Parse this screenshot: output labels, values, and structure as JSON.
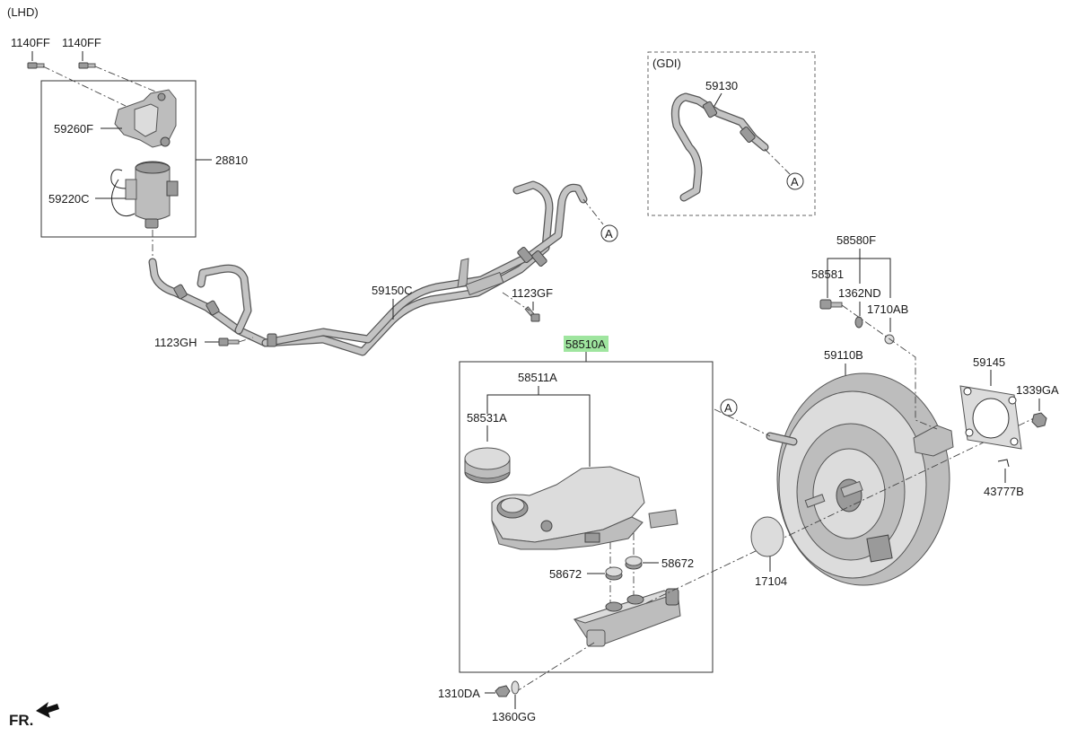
{
  "header": {
    "variant": "(LHD)"
  },
  "footer": {
    "direction": "FR."
  },
  "gdi_box": {
    "label": "(GDI)"
  },
  "reference_marker": "A",
  "highlight_color": "#9fe59f",
  "parts": {
    "p1140ff_a": "1140FF",
    "p1140ff_b": "1140FF",
    "p59260f": "59260F",
    "p28810": "28810",
    "p59220c": "59220C",
    "p59130": "59130",
    "p59150c": "59150C",
    "p1123gf": "1123GF",
    "p1123gh": "1123GH",
    "p58510a": "58510A",
    "p58511a": "58511A",
    "p58531a": "58531A",
    "p58672_l": "58672",
    "p58672_r": "58672",
    "p58580f": "58580F",
    "p58581": "58581",
    "p1362nd": "1362ND",
    "p1710ab": "1710AB",
    "p59110b": "59110B",
    "p59145": "59145",
    "p1339ga": "1339GA",
    "p43777b": "43777B",
    "p17104": "17104",
    "p1310da": "1310DA",
    "p1360gg": "1360GG"
  }
}
